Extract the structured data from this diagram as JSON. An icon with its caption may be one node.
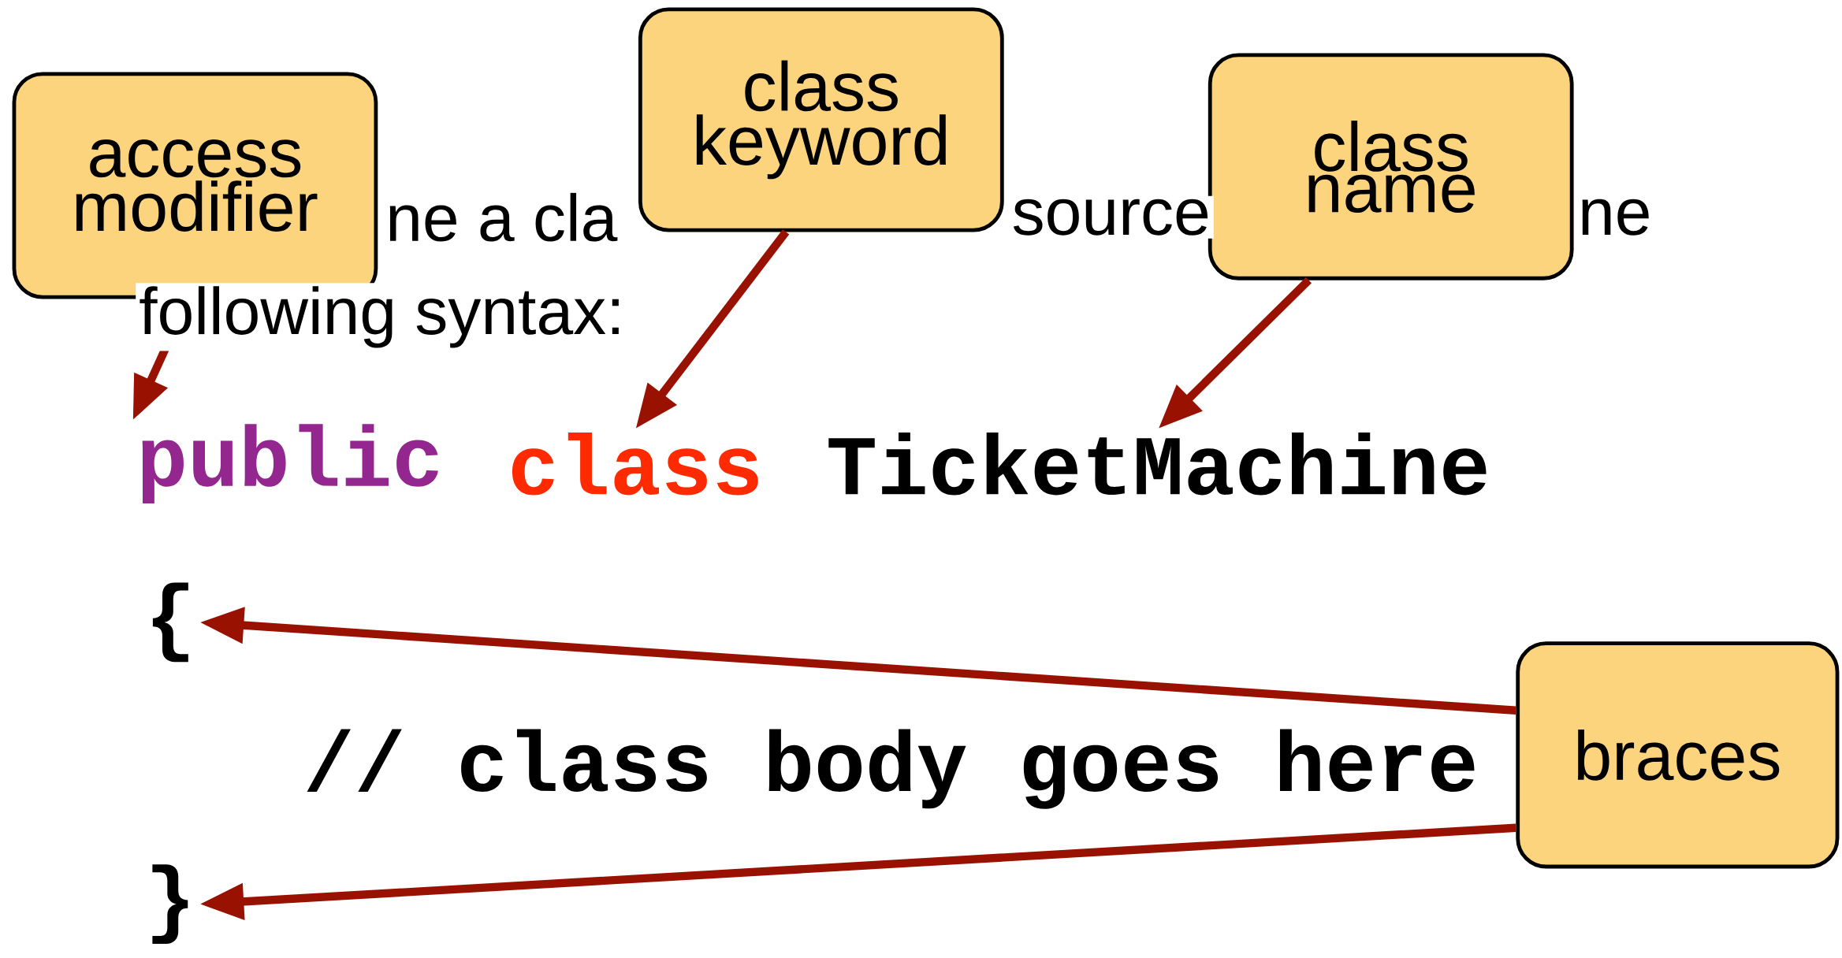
{
  "diagram": {
    "nodes": [
      {
        "text": [
          "access modifier"
        ]
      },
      {
        "text": [
          "class keyword"
        ]
      },
      {
        "text": [
          "class name"
        ]
      },
      {
        "text": [
          "braces"
        ]
      },
      {
        "text": [
          "public"
        ]
      },
      {
        "text": [
          "class"
        ]
      },
      {
        "text": [
          "TicketMachine"
        ]
      },
      {
        "text": [
          "{"
        ]
      },
      {
        "text": [
          "}"
        ]
      }
    ],
    "edges": [
      {
        "from": 0,
        "to": 4,
        "arrow": "to"
      },
      {
        "from": 1,
        "to": 5,
        "arrow": "to"
      },
      {
        "from": 2,
        "to": 6,
        "arrow": "to"
      },
      {
        "from": 3,
        "to": 7,
        "arrow": "to"
      },
      {
        "from": 3,
        "to": 8,
        "arrow": "to"
      }
    ],
    "labels": [
      "ne a cla",
      "source",
      "ne",
      "following syntax:",
      "// class body goes here"
    ]
  }
}
